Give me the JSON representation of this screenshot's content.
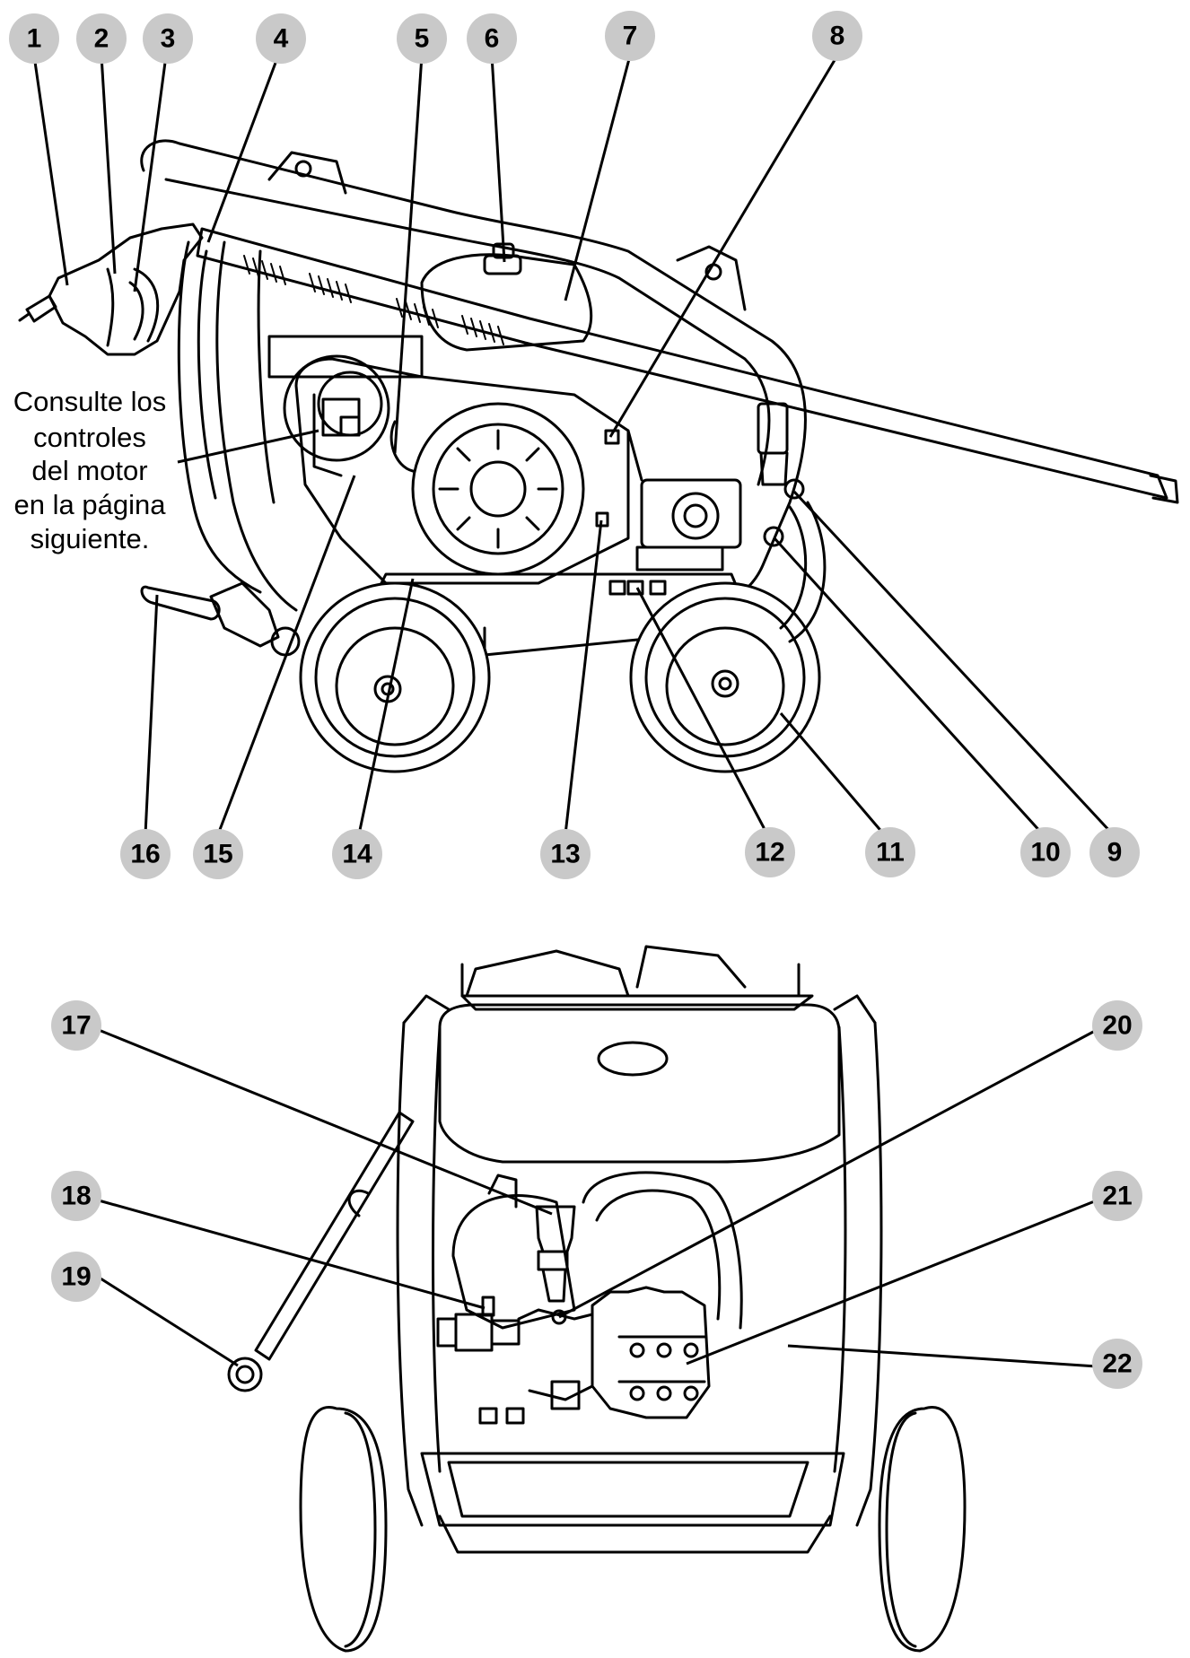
{
  "note": {
    "lines": [
      "Consulte los",
      "controles",
      "del motor",
      "en la página",
      "siguiente."
    ]
  },
  "callouts": [
    {
      "id": "1",
      "label": "1"
    },
    {
      "id": "2",
      "label": "2"
    },
    {
      "id": "3",
      "label": "3"
    },
    {
      "id": "4",
      "label": "4"
    },
    {
      "id": "5",
      "label": "5"
    },
    {
      "id": "6",
      "label": "6"
    },
    {
      "id": "7",
      "label": "7"
    },
    {
      "id": "8",
      "label": "8"
    },
    {
      "id": "9",
      "label": "9"
    },
    {
      "id": "10",
      "label": "10"
    },
    {
      "id": "11",
      "label": "11"
    },
    {
      "id": "12",
      "label": "12"
    },
    {
      "id": "13",
      "label": "13"
    },
    {
      "id": "14",
      "label": "14"
    },
    {
      "id": "15",
      "label": "15"
    },
    {
      "id": "16",
      "label": "16"
    },
    {
      "id": "17",
      "label": "17"
    },
    {
      "id": "18",
      "label": "18"
    },
    {
      "id": "19",
      "label": "19"
    },
    {
      "id": "20",
      "label": "20"
    },
    {
      "id": "21",
      "label": "21"
    },
    {
      "id": "22",
      "label": "22"
    }
  ]
}
